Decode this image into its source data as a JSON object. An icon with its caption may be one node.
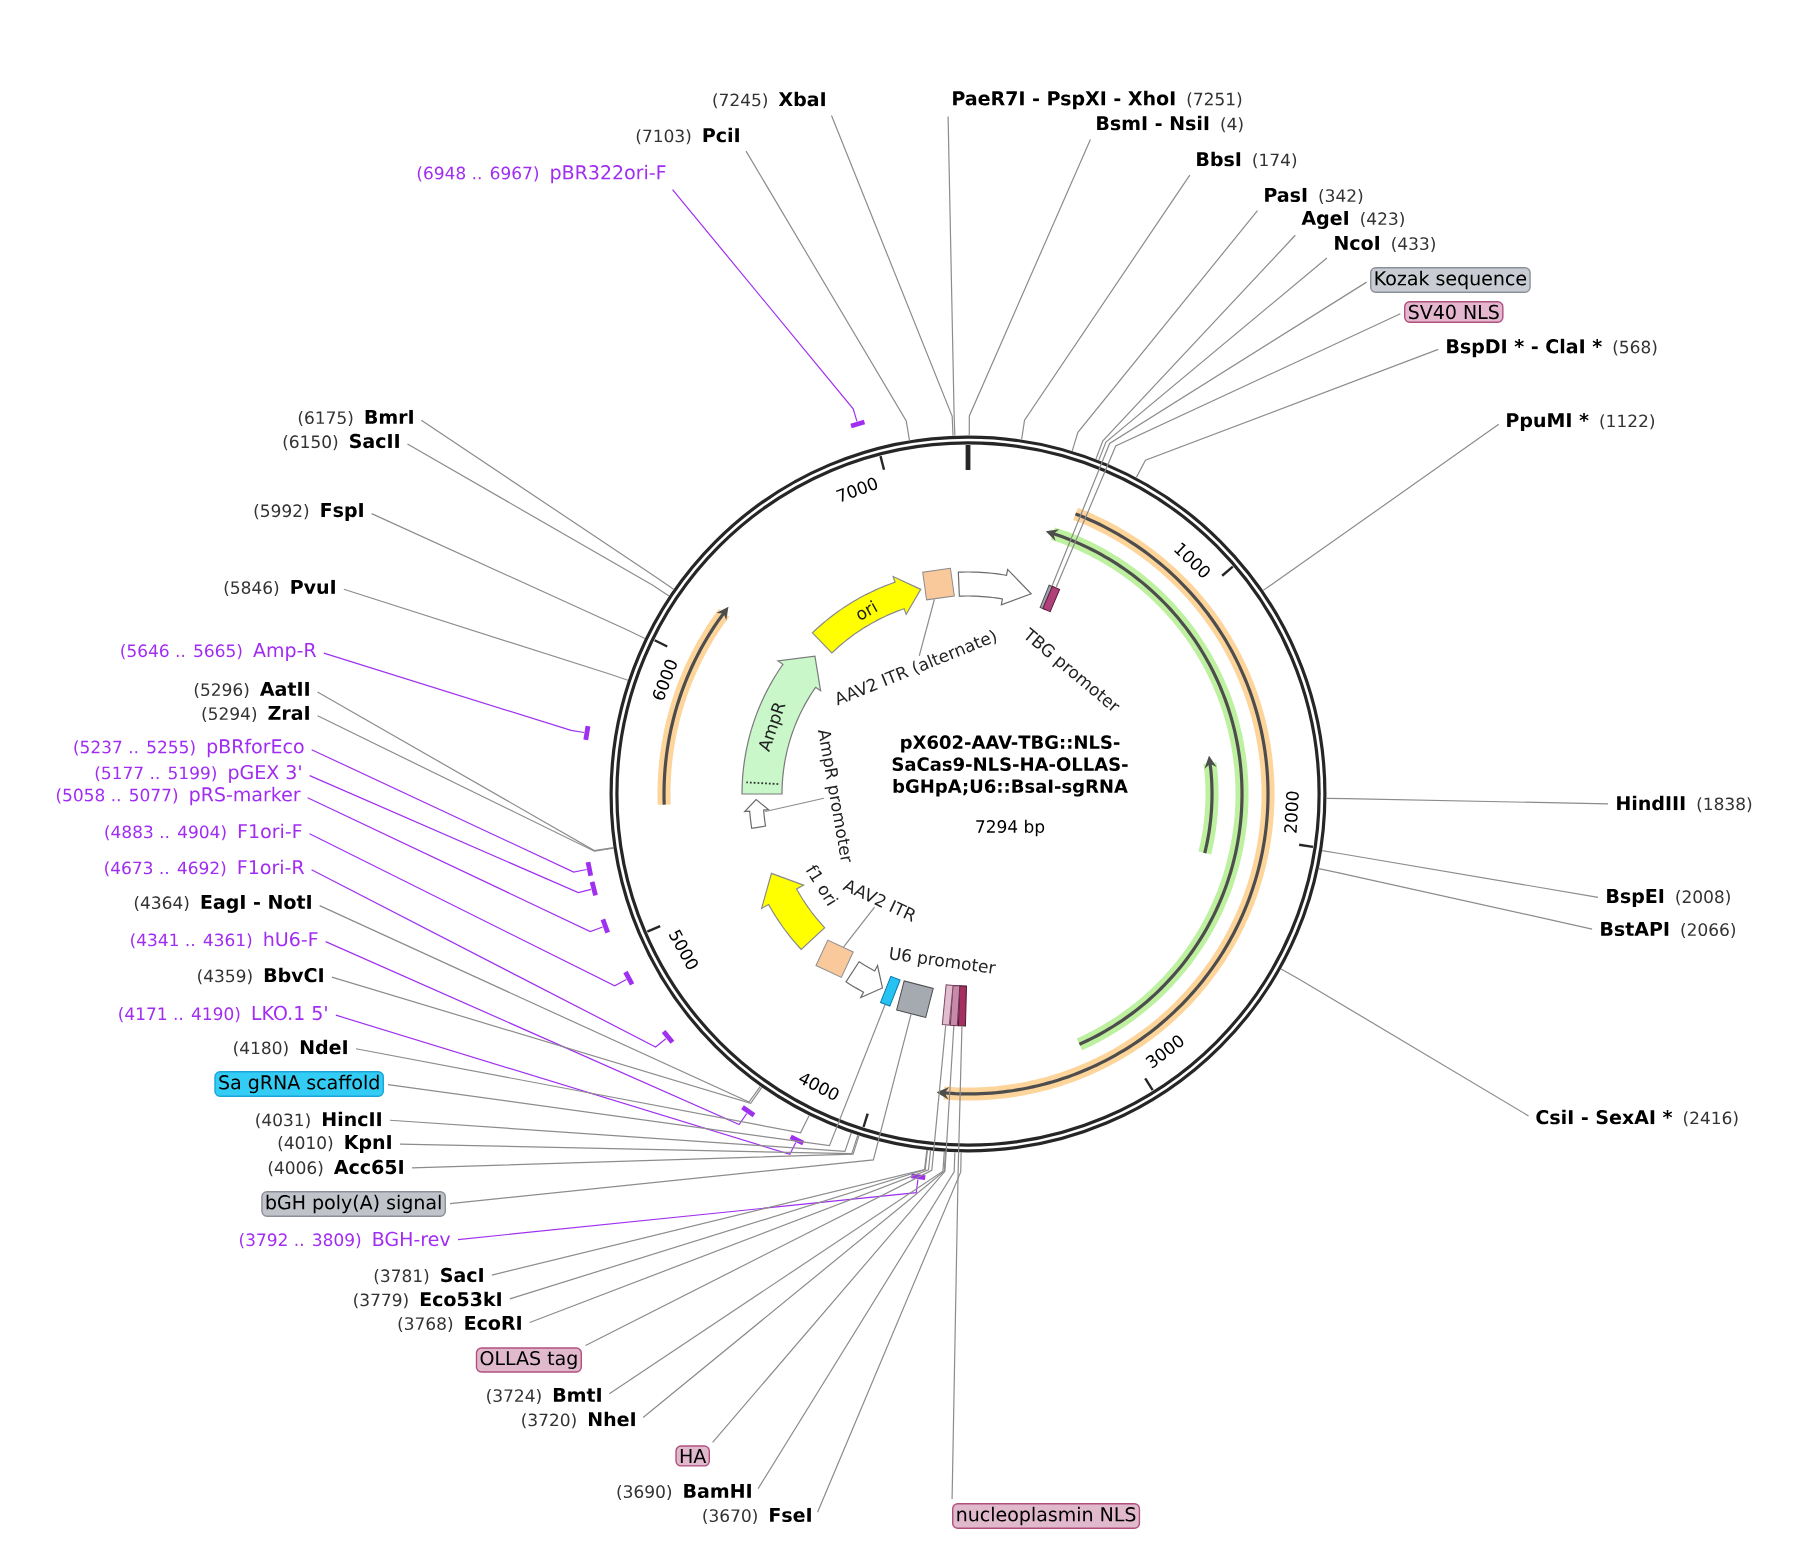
{
  "diagram": {
    "title": "pX602-AAV-TBG::NLS-SaCas9-NLS-HA-OLLAS-bGHpA;U6::BsaI-sgRNA",
    "nodes": [
      {
        "text": [
          "(7245)",
          "XbaI"
        ]
      },
      {
        "text": [
          "PaeR7I - PspXI - XhoI",
          "(7251)"
        ]
      },
      {
        "text": [
          "BsmI - NsiI",
          "(4)"
        ]
      },
      {
        "text": [
          "(7103)",
          "PciI"
        ]
      },
      {
        "text": [
          "BbsI",
          "(174)"
        ]
      },
      {
        "text": [
          "(6948 .. 6967)",
          "pBR322ori-F"
        ]
      },
      {
        "text": [
          "PasI",
          "(342)"
        ]
      },
      {
        "text": [
          "AgeI",
          "(423)"
        ]
      },
      {
        "text": [
          "NcoI",
          "(433)"
        ]
      },
      {
        "text": [
          "Kozak sequence"
        ]
      },
      {
        "text": [
          "SV40 NLS"
        ]
      },
      {
        "text": [
          "BspDI * - ClaI *",
          "(568)"
        ]
      },
      {
        "text": [
          "(6175)",
          "BmrI"
        ]
      },
      {
        "text": [
          "PpuMI *",
          "(1122)"
        ]
      },
      {
        "text": [
          "(6150)",
          "SacII"
        ]
      },
      {
        "text": [
          "(5992)",
          "FspI"
        ]
      },
      {
        "text": [
          "(5846)",
          "PvuI"
        ]
      },
      {
        "text": [
          "(5646 .. 5665)",
          "Amp-R"
        ]
      },
      {
        "text": [
          "(5296)",
          "AatII"
        ]
      },
      {
        "text": [
          "(5294)",
          "ZraI"
        ]
      },
      {
        "text": [
          "(5237 .. 5255)",
          "pBRforEco"
        ]
      },
      {
        "text": [
          "(5177 .. 5199)",
          "pGEX 3'"
        ]
      },
      {
        "text": [
          "(5058 .. 5077)",
          "pRS-marker"
        ]
      },
      {
        "text": [
          "HindIII",
          "(1838)"
        ]
      },
      {
        "text": [
          "(4883 .. 4904)",
          "F1ori-F"
        ]
      },
      {
        "text": [
          "(4673 .. 4692)",
          "F1ori-R"
        ]
      },
      {
        "text": [
          "BspEI",
          "(2008)"
        ]
      },
      {
        "text": [
          "(4364)",
          "EagI - NotI"
        ]
      },
      {
        "text": [
          "BstAPI",
          "(2066)"
        ]
      },
      {
        "text": [
          "(4341 .. 4361)",
          "hU6-F"
        ]
      },
      {
        "text": [
          "(4359)",
          "BbvCI"
        ]
      },
      {
        "text": [
          "(4171 .. 4190)",
          "LKO.1 5'"
        ]
      },
      {
        "text": [
          "(4180)",
          "NdeI"
        ]
      },
      {
        "text": [
          "Sa gRNA scaffold"
        ]
      },
      {
        "text": [
          "CsiI - SexAI *",
          "(2416)"
        ]
      },
      {
        "text": [
          "(4031)",
          "HincII"
        ]
      },
      {
        "text": [
          "(4010)",
          "KpnI"
        ]
      },
      {
        "text": [
          "(4006)",
          "Acc65I"
        ]
      },
      {
        "text": [
          "bGH poly(A) signal"
        ]
      },
      {
        "text": [
          "(3792 .. 3809)",
          "BGH-rev"
        ]
      },
      {
        "text": [
          "(3781)",
          "SacI"
        ]
      },
      {
        "text": [
          "(3779)",
          "Eco53kI"
        ]
      },
      {
        "text": [
          "(3768)",
          "EcoRI"
        ]
      },
      {
        "text": [
          "OLLAS tag"
        ]
      },
      {
        "text": [
          "(3724)",
          "BmtI"
        ]
      },
      {
        "text": [
          "(3720)",
          "NheI"
        ]
      },
      {
        "text": [
          "HA"
        ]
      },
      {
        "text": [
          "(3690)",
          "BamHI"
        ]
      },
      {
        "text": [
          "nucleoplasmin NLS"
        ]
      },
      {
        "text": [
          "(3670)",
          "FseI"
        ]
      },
      {
        "text": [],
        "shape": "circle"
      },
      {
        "text": [],
        "shape": "box",
        "in": 50
      },
      {
        "text": [],
        "shape": "arrow",
        "beside": [
          "TBG promoter"
        ],
        "in": 50
      },
      {
        "text": [],
        "shape": "box",
        "in": 50
      },
      {
        "text": [],
        "shape": "box",
        "in": 50
      },
      {
        "text": [],
        "shape": "box",
        "in": 50
      },
      {
        "text": [],
        "shape": "box",
        "in": 50
      },
      {
        "text": [],
        "shape": "box",
        "in": 50
      },
      {
        "text": [],
        "shape": "box",
        "in": 50
      },
      {
        "text": [],
        "shape": "box",
        "in": 50
      },
      {
        "text": [],
        "shape": "arrow",
        "beside": [
          "U6 promoter"
        ],
        "in": 50
      },
      {
        "text": [],
        "shape": "box",
        "in": 50
      },
      {
        "text": [
          "AAV2 ITR"
        ],
        "in": 50
      },
      {
        "text": [],
        "shape": "arrow",
        "beside": [
          "f1 ori"
        ],
        "in": 50
      },
      {
        "text": [],
        "shape": "arrow",
        "in": 50
      },
      {
        "text": [
          "AmpR promoter"
        ],
        "in": 50
      },
      {
        "text": [
          "AmpR"
        ],
        "in": 50
      },
      {
        "text": [
          "ori"
        ],
        "in": 50
      },
      {
        "text": [
          "AAV2 ITR (alternate)"
        ],
        "in": 50
      },
      {
        "text": [],
        "shape": "bar"
      },
      {
        "text": [],
        "shape": "bar"
      },
      {
        "text": [],
        "shape": "bar"
      },
      {
        "text": [],
        "shape": "bar"
      },
      {
        "text": [],
        "shape": "bar"
      },
      {
        "text": [],
        "shape": "bar"
      },
      {
        "text": [],
        "shape": "bar"
      },
      {
        "text": [],
        "shape": "bar"
      },
      {
        "text": [],
        "shape": "bar"
      },
      {
        "text": [],
        "shape": "bar"
      }
    ],
    "edges": [
      {
        "from": 0,
        "to": 50,
        "arrow": "none"
      },
      {
        "from": 1,
        "to": 50,
        "arrow": "none"
      },
      {
        "from": 2,
        "to": 50,
        "arrow": "none"
      },
      {
        "from": 3,
        "to": 50,
        "arrow": "none"
      },
      {
        "from": 4,
        "to": 50,
        "arrow": "none"
      },
      {
        "from": 5,
        "to": 69,
        "arrow": "none",
        "color": "#a030f0"
      },
      {
        "from": 6,
        "to": 50,
        "arrow": "none"
      },
      {
        "from": 7,
        "to": 50,
        "arrow": "none"
      },
      {
        "from": 8,
        "to": 50,
        "arrow": "none"
      },
      {
        "from": 9,
        "to": 53,
        "arrow": "none"
      },
      {
        "from": 10,
        "to": 54,
        "arrow": "none"
      },
      {
        "from": 11,
        "to": 50,
        "arrow": "none"
      },
      {
        "from": 12,
        "to": 50,
        "arrow": "none"
      },
      {
        "from": 13,
        "to": 50,
        "arrow": "none"
      },
      {
        "from": 14,
        "to": 50,
        "arrow": "none"
      },
      {
        "from": 15,
        "to": 50,
        "arrow": "none"
      },
      {
        "from": 16,
        "to": 50,
        "arrow": "none"
      },
      {
        "from": 17,
        "to": 70,
        "arrow": "none",
        "color": "#a030f0"
      },
      {
        "from": 18,
        "to": 50,
        "arrow": "none"
      },
      {
        "from": 19,
        "to": 50,
        "arrow": "none"
      },
      {
        "from": 20,
        "to": 71,
        "arrow": "none",
        "color": "#a030f0"
      },
      {
        "from": 21,
        "to": 72,
        "arrow": "none",
        "color": "#a030f0"
      },
      {
        "from": 22,
        "to": 73,
        "arrow": "none",
        "color": "#a030f0"
      },
      {
        "from": 23,
        "to": 50,
        "arrow": "none"
      },
      {
        "from": 24,
        "to": 74,
        "arrow": "none",
        "color": "#a030f0"
      },
      {
        "from": 25,
        "to": 75,
        "arrow": "none",
        "color": "#a030f0"
      },
      {
        "from": 26,
        "to": 50,
        "arrow": "none"
      },
      {
        "from": 27,
        "to": 50,
        "arrow": "none"
      },
      {
        "from": 28,
        "to": 50,
        "arrow": "none"
      },
      {
        "from": 29,
        "to": 76,
        "arrow": "none",
        "color": "#a030f0"
      },
      {
        "from": 30,
        "to": 50,
        "arrow": "none"
      },
      {
        "from": 31,
        "to": 77,
        "arrow": "none",
        "color": "#a030f0"
      },
      {
        "from": 32,
        "to": 50,
        "arrow": "none"
      },
      {
        "from": 33,
        "to": 59,
        "arrow": "none"
      },
      {
        "from": 34,
        "to": 50,
        "arrow": "none"
      },
      {
        "from": 35,
        "to": 50,
        "arrow": "none"
      },
      {
        "from": 36,
        "to": 50,
        "arrow": "none"
      },
      {
        "from": 37,
        "to": 50,
        "arrow": "none"
      },
      {
        "from": 38,
        "to": 58,
        "arrow": "none"
      },
      {
        "from": 39,
        "to": 78,
        "arrow": "none",
        "color": "#a030f0"
      },
      {
        "from": 40,
        "to": 50,
        "arrow": "none"
      },
      {
        "from": 41,
        "to": 50,
        "arrow": "none"
      },
      {
        "from": 42,
        "to": 50,
        "arrow": "none"
      },
      {
        "from": 43,
        "to": 57,
        "arrow": "none"
      },
      {
        "from": 44,
        "to": 50,
        "arrow": "none"
      },
      {
        "from": 45,
        "to": 50,
        "arrow": "none"
      },
      {
        "from": 46,
        "to": 56,
        "arrow": "none"
      },
      {
        "from": 47,
        "to": 50,
        "arrow": "none"
      },
      {
        "from": 48,
        "to": 55,
        "arrow": "none"
      },
      {
        "from": 49,
        "to": 50,
        "arrow": "none"
      },
      {
        "from": 68,
        "to": 51,
        "arrow": "none"
      },
      {
        "from": 62,
        "to": 61,
        "arrow": "none"
      },
      {
        "from": 65,
        "to": 64,
        "arrow": "none"
      }
    ],
    "labels": [
      "7294 bp",
      "1000",
      "2000",
      "3000",
      "4000",
      "5000",
      "6000",
      "7000"
    ]
  }
}
